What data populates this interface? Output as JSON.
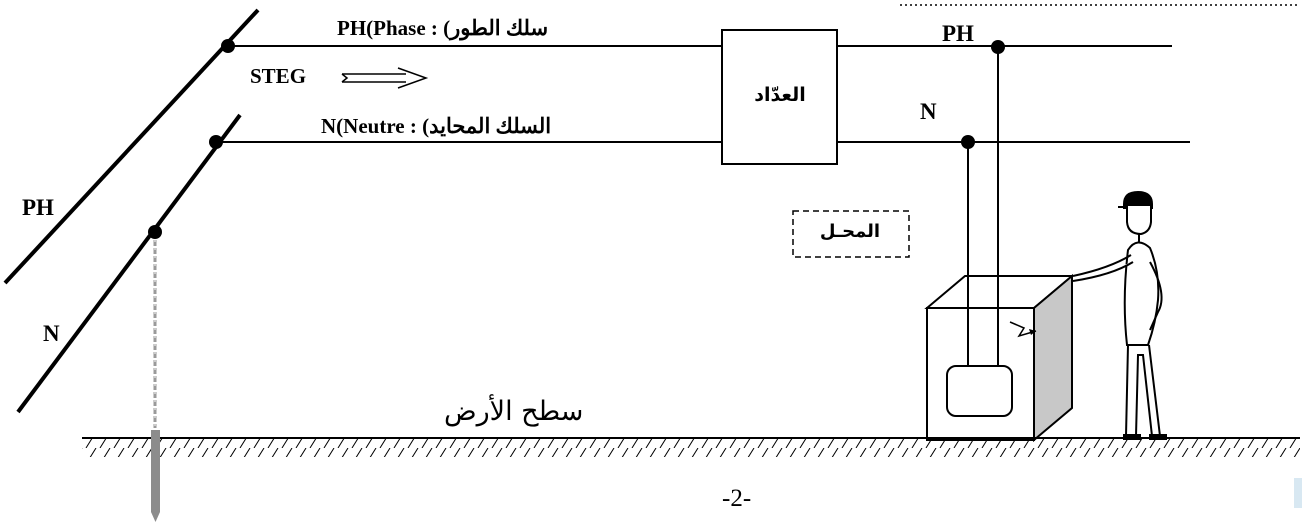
{
  "labels": {
    "phase_top": "PH(Phase :  (سلك الطور",
    "steg": "STEG",
    "neutral_top": "N(Neutre :  (السلك المحايد",
    "meter": "العدّاد",
    "ph_right": "PH",
    "n_right": "N",
    "ph_left": "PH",
    "n_left": "N",
    "premises": "المحـل",
    "ground_surface": "سطح الأرض",
    "page_number": "-2-"
  },
  "colors": {
    "ink": "#000000",
    "ground_rod": "#8c8c8c",
    "appliance_side": "#c8c8c8",
    "earth_wire": "#9a9a9a"
  }
}
